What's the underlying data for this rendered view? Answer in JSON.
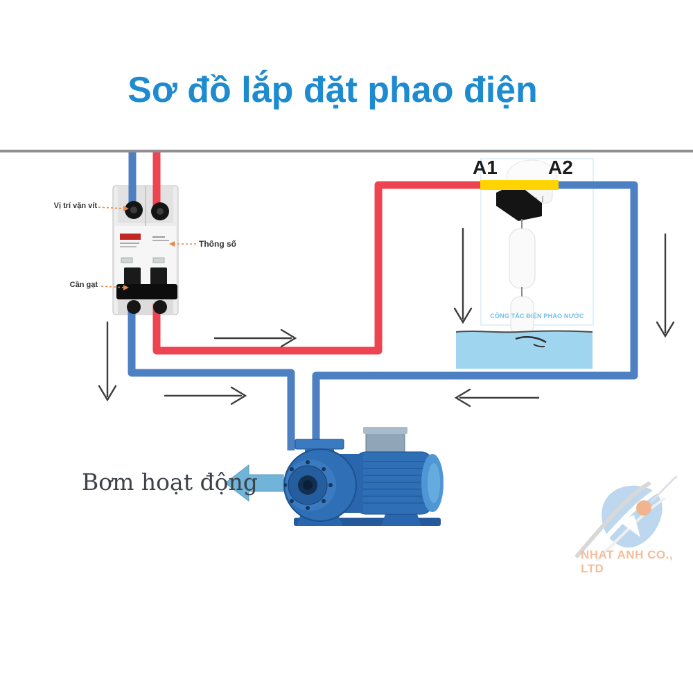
{
  "title": "Sơ đồ lắp đặt phao điện",
  "breaker": {
    "label_screw_position": "Vị trí vặn vít",
    "label_specs": "Thông số",
    "label_lever": "Cần gạt"
  },
  "float_switch": {
    "terminal_a1": "A1",
    "terminal_a2": "A2",
    "caption": "CÔNG TẮC ĐIỆN PHAO NƯỚC"
  },
  "pump": {
    "status_label": "Bơm hoạt động"
  },
  "watermark": {
    "company": "NHAT ANH CO., LTD"
  },
  "icons": {
    "flow_down": "↓",
    "flow_right": "→",
    "flow_left": "←",
    "pump_pointer": "⬅"
  },
  "colors": {
    "title": "#1e8bd0",
    "wire_blue": "#4d7fc3",
    "wire_red": "#ee4350",
    "wire_yellow": "#ffd400",
    "water": "#a0d5f0",
    "arrow": "#3c3c3c",
    "leader": "#e8894a",
    "label_text": "#333333",
    "terminal_text": "#1c1c1c",
    "caption_text": "#6fc0e8",
    "pump_label_text": "#3d424b",
    "watermark_text": "#f5bd9b",
    "pump_blue": "#2e6fb5",
    "logo_blue": "#bcd7ee",
    "logo_orange": "#f2b48e",
    "rule_gray": "#8f8f8f"
  }
}
